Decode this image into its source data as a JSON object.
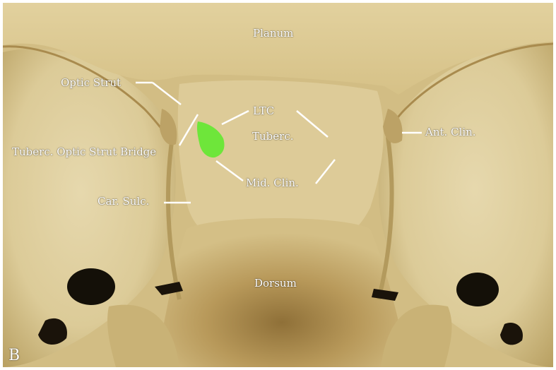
{
  "figure": {
    "panel_letter": "B",
    "labels": {
      "planum": "Planum",
      "optic_strut": "Optic Strut",
      "ltc": "LTC",
      "tuberc": "Tuberc.",
      "ant_clin": "Ant. Clin.",
      "tuberc_optic_strut_bridge": "Tuberc. Optic Strut Bridge",
      "mid_clin": "Mid. Clin.",
      "car_sulc": "Car. Sulc.",
      "dorsum": "Dorsum"
    },
    "colors": {
      "bone_light": "#e9dcb4",
      "bone_mid": "#cdb880",
      "bone_dark": "#9c7f45",
      "shadow": "#4a3818",
      "highlight_green": "#6ee63a",
      "label_text": "#ffffff"
    }
  }
}
